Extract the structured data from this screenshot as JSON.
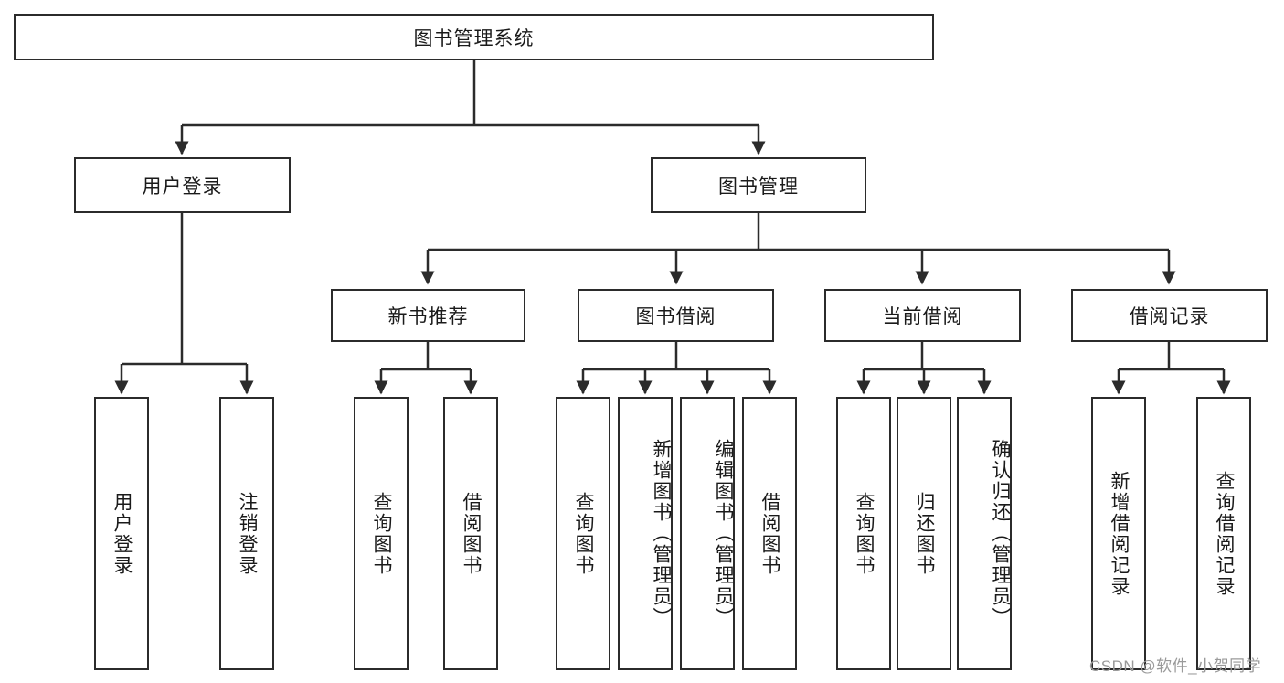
{
  "diagram": {
    "title_node": {
      "label": "图书管理系统"
    },
    "level2": [
      {
        "id": "user-login",
        "label": "用户登录"
      },
      {
        "id": "book-manage",
        "label": "图书管理"
      }
    ],
    "level3": [
      {
        "id": "new-book-recommend",
        "label": "新书推荐"
      },
      {
        "id": "book-borrow",
        "label": "图书借阅"
      },
      {
        "id": "current-borrow",
        "label": "当前借阅"
      },
      {
        "id": "borrow-record",
        "label": "借阅记录"
      }
    ],
    "leaves": [
      {
        "id": "leaf-user-login",
        "label": "用户登录",
        "align": "center"
      },
      {
        "id": "leaf-logout-login",
        "label": "注销登录",
        "align": "center"
      },
      {
        "id": "leaf-query-book-1",
        "label": "查询图书",
        "align": "center"
      },
      {
        "id": "leaf-borrow-book-1",
        "label": "借阅图书",
        "align": "center"
      },
      {
        "id": "leaf-query-book-2",
        "label": "查询图书",
        "align": "center"
      },
      {
        "id": "leaf-add-book-admin",
        "label": "新增图书（管理员）",
        "align": "top"
      },
      {
        "id": "leaf-edit-book-admin",
        "label": "编辑图书（管理员）",
        "align": "top"
      },
      {
        "id": "leaf-borrow-book-2",
        "label": "借阅图书",
        "align": "center"
      },
      {
        "id": "leaf-query-book-3",
        "label": "查询图书",
        "align": "center"
      },
      {
        "id": "leaf-return-book",
        "label": "归还图书",
        "align": "center"
      },
      {
        "id": "leaf-confirm-return-admin",
        "label": "确认归还（管理员）",
        "align": "top"
      },
      {
        "id": "leaf-add-borrow-record",
        "label": "新增借阅记录",
        "align": "center"
      },
      {
        "id": "leaf-query-borrow-record",
        "label": "查询借阅记录",
        "align": "center"
      }
    ],
    "watermark": "CSDN @软件_小贺同学",
    "colors": {
      "stroke": "#2b2b2b",
      "background": "#ffffff",
      "text": "#1a1a1a",
      "watermark": "#9a9a9a"
    }
  }
}
